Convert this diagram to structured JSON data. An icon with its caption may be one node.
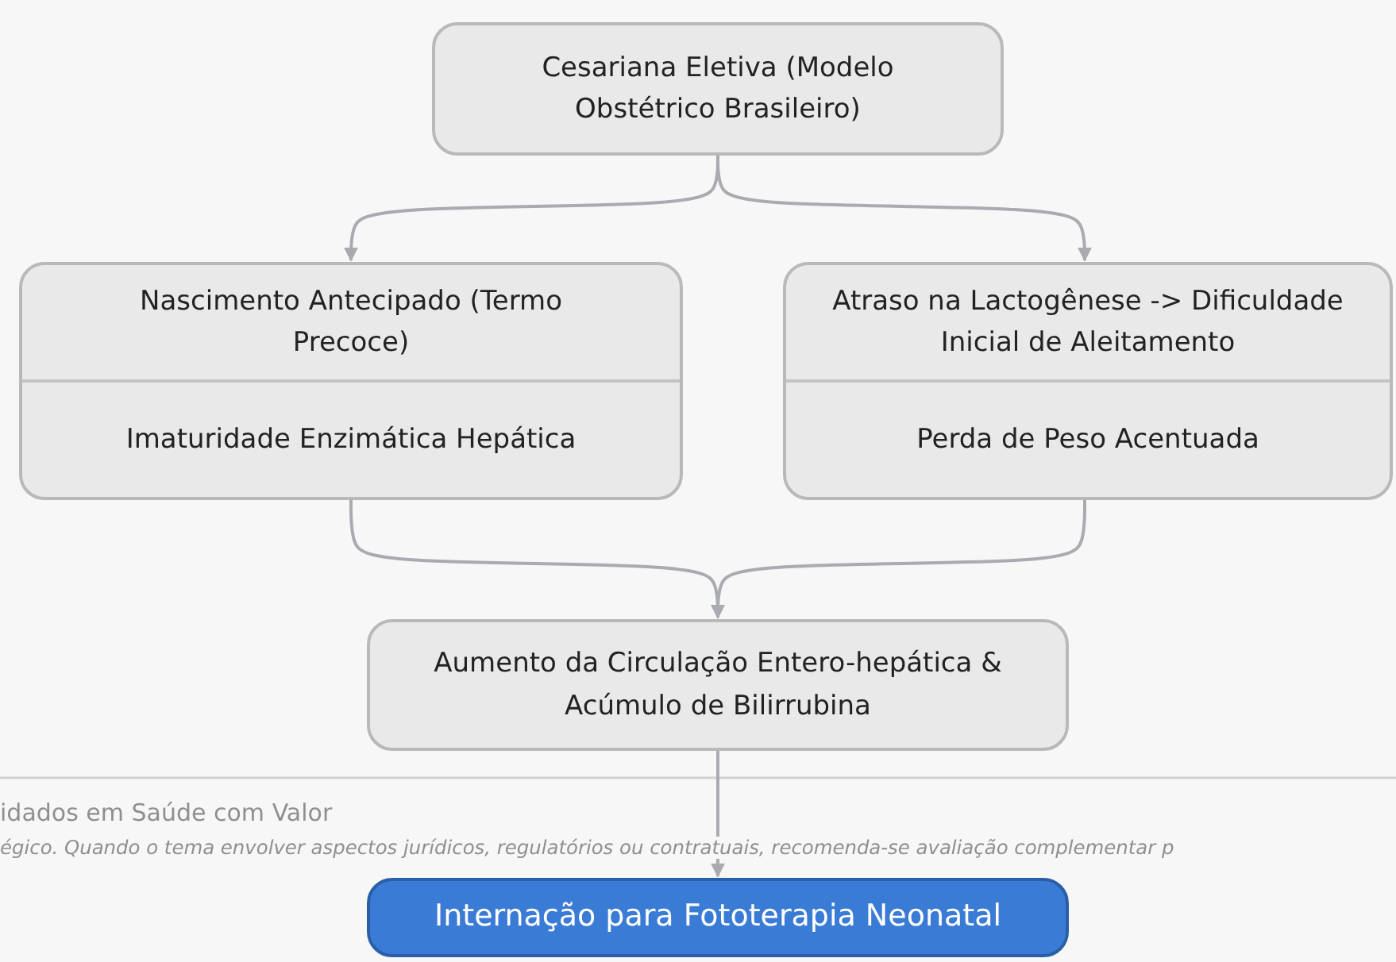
{
  "diagram": {
    "nodes": [
      {
        "text": [
          "Cesariana Eletiva (Modelo Obstétrico Brasileiro)"
        ]
      },
      {
        "text": [
          "Nascimento Antecipado (Termo Precoce)",
          "Imaturidade Enzimática Hepática"
        ]
      },
      {
        "text": [
          "Atraso na Lactogênese -> Dificuldade Inicial de Aleitamento",
          "Perda de Peso Acentuada"
        ]
      },
      {
        "text": [
          "Aumento da Circulação Entero-hepática & Acúmulo de Bilirrubina"
        ]
      },
      {
        "text": [
          "Internação para Fototerapia Neonatal"
        ]
      }
    ],
    "edges": [
      {
        "from": 0,
        "to": 1,
        "arrow": "to"
      },
      {
        "from": 0,
        "to": 2,
        "arrow": "to"
      },
      {
        "from": 1,
        "to": 3,
        "arrow": "to"
      },
      {
        "from": 2,
        "to": 3,
        "arrow": "to"
      },
      {
        "from": 3,
        "to": 4,
        "arrow": "to"
      }
    ],
    "labels": [
      "idados em Saúde com Valor",
      "égico. Quando o tema envolver aspectos jurídicos, regulatórios ou contratuais, recomenda-se avaliação complementar p"
    ]
  }
}
